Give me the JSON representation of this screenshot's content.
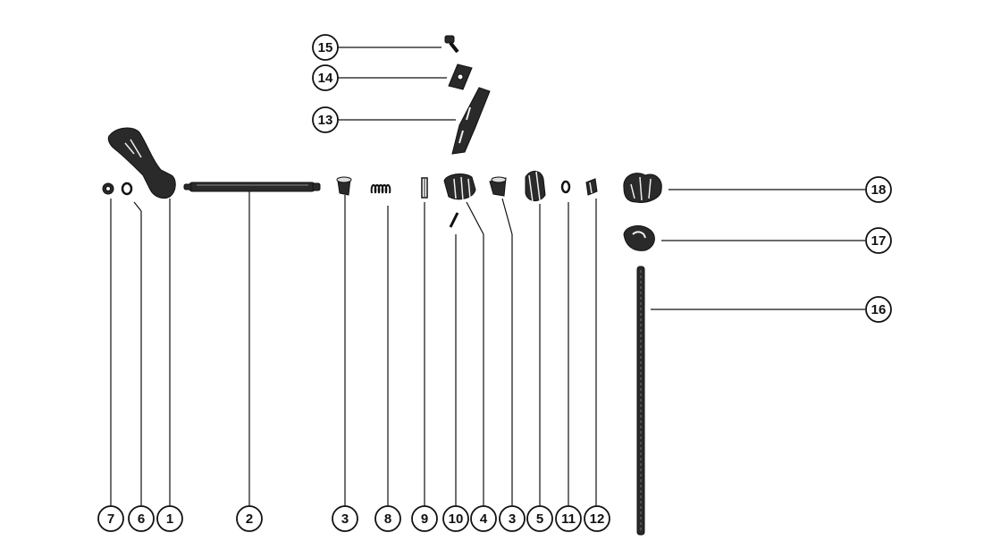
{
  "diagram": {
    "title": "",
    "callouts": [
      {
        "id": "c7",
        "label": "7"
      },
      {
        "id": "c6",
        "label": "6"
      },
      {
        "id": "c1",
        "label": "1"
      },
      {
        "id": "c2",
        "label": "2"
      },
      {
        "id": "c3a",
        "label": "3"
      },
      {
        "id": "c8",
        "label": "8"
      },
      {
        "id": "c9",
        "label": "9"
      },
      {
        "id": "c10",
        "label": "10"
      },
      {
        "id": "c4",
        "label": "4"
      },
      {
        "id": "c3b",
        "label": "3"
      },
      {
        "id": "c5",
        "label": "5"
      },
      {
        "id": "c11",
        "label": "11"
      },
      {
        "id": "c12",
        "label": "12"
      },
      {
        "id": "c13",
        "label": "13"
      },
      {
        "id": "c14",
        "label": "14"
      },
      {
        "id": "c15",
        "label": "15"
      },
      {
        "id": "c16",
        "label": "16"
      },
      {
        "id": "c17",
        "label": "17"
      },
      {
        "id": "c18",
        "label": "18"
      }
    ],
    "line_color": "#111111",
    "part_color": "#2a2a2a"
  }
}
